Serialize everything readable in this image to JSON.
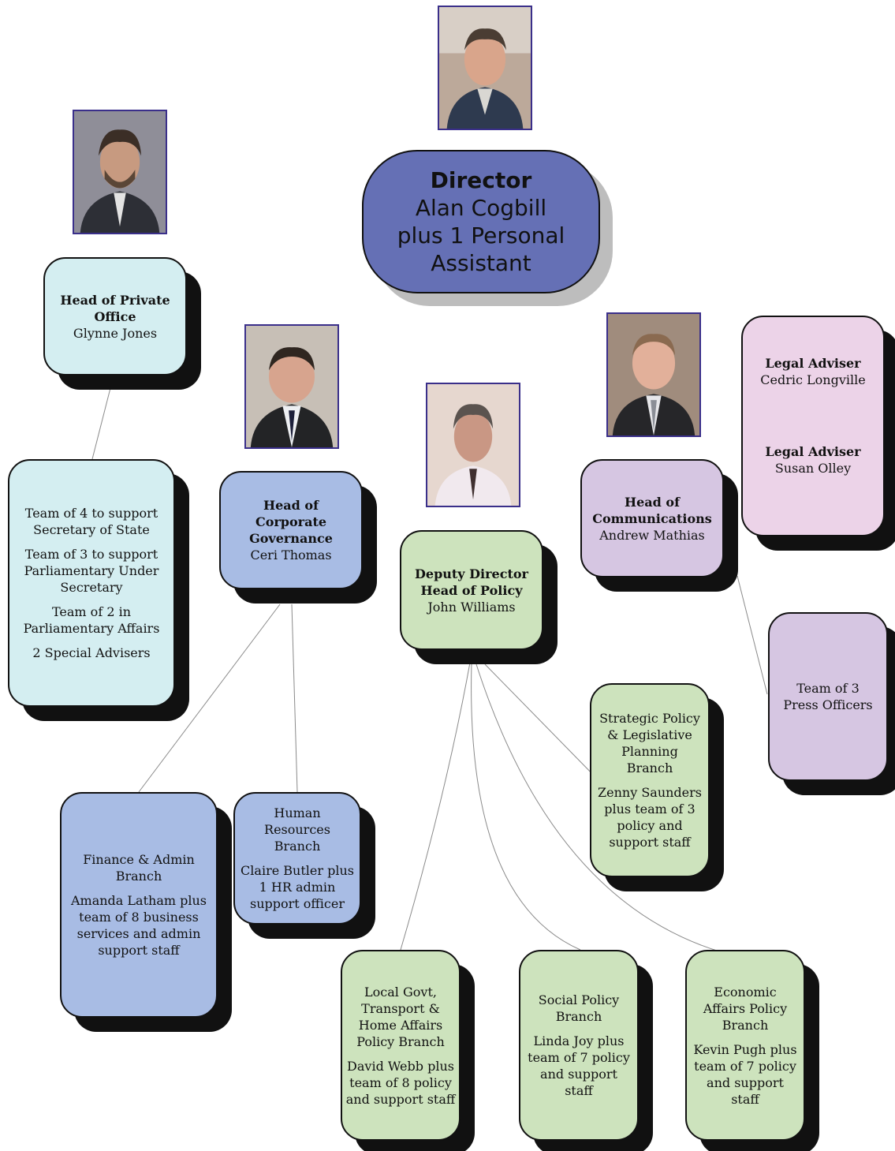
{
  "colors": {
    "director": "#6570b5",
    "private_office": "#d4eef1",
    "corporate": "#a8bce4",
    "policy": "#cde3bd",
    "comms": "#d6c6e2",
    "legal": "#ecd3e8",
    "outline": "#111111",
    "photo_frame": "#3a2f8a"
  },
  "director": {
    "title": "Director",
    "name": "Alan Cogbill",
    "line3": "plus 1 Personal",
    "line4": "Assistant",
    "photo_icon": "director-portrait"
  },
  "private_office": {
    "title": "Head of Private Office",
    "name": "Glynne Jones",
    "photo_icon": "glynne-jones-portrait"
  },
  "private_office_team": {
    "items": [
      "Team of 4 to support Secretary of State",
      "Team of 3 to support Parliamentary Under Secretary",
      "Team of 2 in Parliamentary Affairs",
      "2 Special Advisers"
    ]
  },
  "corporate": {
    "title": "Head of Corporate Governance",
    "name": "Ceri Thomas",
    "photo_icon": "ceri-thomas-portrait"
  },
  "finance": {
    "branch": "Finance & Admin Branch",
    "detail": "Amanda Latham plus team of 8 business services and admin support staff"
  },
  "hr": {
    "branch": "Human Resources Branch",
    "detail": "Claire Butler plus 1 HR admin support officer"
  },
  "deputy": {
    "title1": "Deputy Director",
    "title2": "Head of Policy",
    "name": "John Williams",
    "photo_icon": "john-williams-portrait"
  },
  "strategic": {
    "branch": "Strategic Policy & Legislative Planning Branch",
    "detail": "Zenny Saunders plus team of 3 policy and support staff"
  },
  "local_govt": {
    "branch": "Local Govt, Transport & Home Affairs Policy Branch",
    "detail": "David Webb plus team of 8 policy and support staff"
  },
  "social": {
    "branch": "Social Policy Branch",
    "detail": "Linda Joy plus team of 7 policy and support staff"
  },
  "economic": {
    "branch": "Economic Affairs Policy Branch",
    "detail": "Kevin Pugh plus team of 7 policy and support staff"
  },
  "comms": {
    "title": "Head of Communications",
    "name": "Andrew Mathias",
    "photo_icon": "andrew-mathias-portrait"
  },
  "press": {
    "text": "Team of 3 Press Officers"
  },
  "legal": {
    "advisers": [
      {
        "title": "Legal Adviser",
        "name": "Cedric Longville"
      },
      {
        "title": "Legal Adviser",
        "name": "Susan Olley"
      }
    ]
  }
}
